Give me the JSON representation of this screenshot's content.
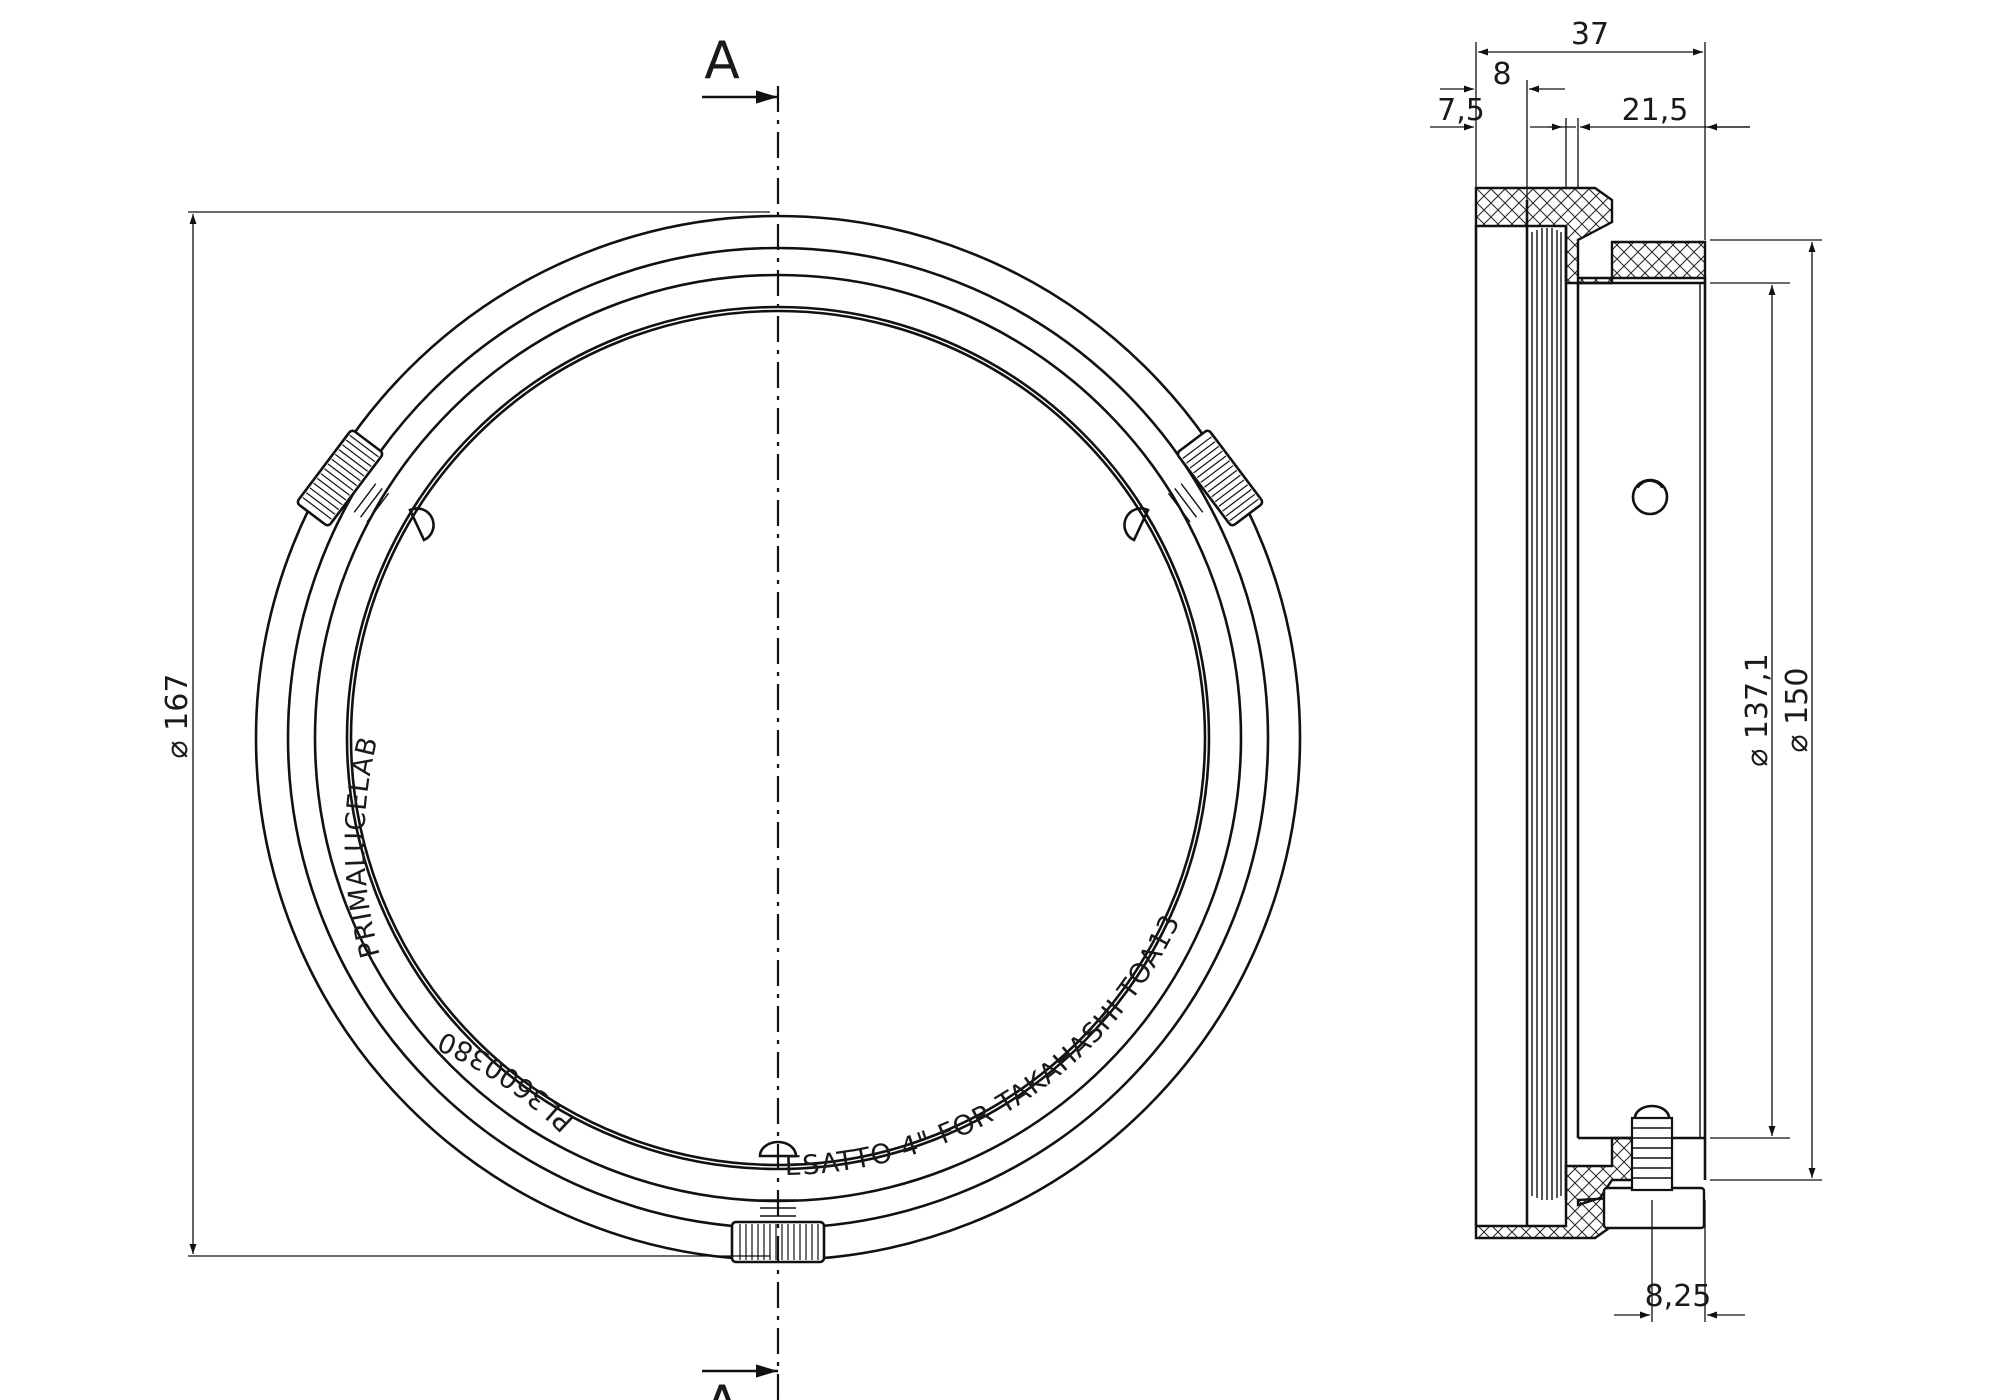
{
  "section_label": "A",
  "front_view": {
    "diameter_symbol": "⌀",
    "outer_diameter": "167",
    "engraving_brand": "PRIMALUCELAB",
    "engraving_part_number": "PL3600380",
    "engraving_description": "ESATTO 4\" FOR TAKAHASHI TOA130"
  },
  "side_view": {
    "overall_length": "37",
    "flange_width": "8",
    "front_offset": "7,5",
    "body_length": "21,5",
    "screw_offset": "8,25",
    "bore_diameter": "137,1",
    "outer_body_diameter": "150"
  }
}
